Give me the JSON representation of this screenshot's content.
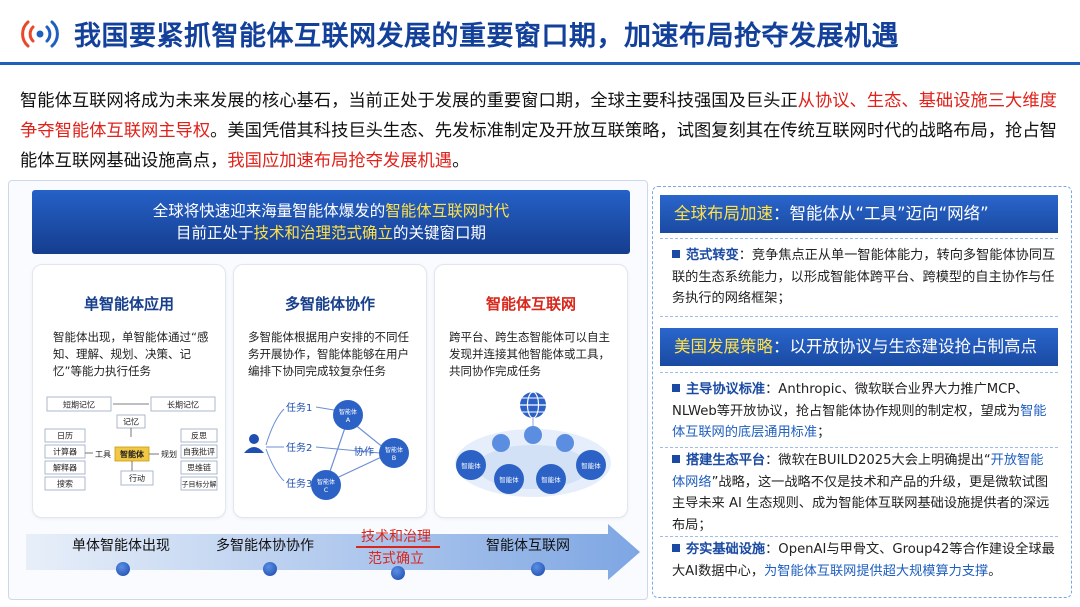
{
  "header": {
    "title": "我国要紧抓智能体互联网发展的重要窗口期，加速布局抢夺发展机遇"
  },
  "intro": {
    "p1": "智能体互联网将成为未来发展的核心基石，当前正处于发展的重要窗口期，全球主要科技强国及巨头正",
    "p2_red": "从协议、生态、基础设施三大维度争夺智能体互联网主导权",
    "p3": "。美国凭借其科技巨头生态、先发标准制定及开放互联策略，试图复刻其在传统互联网时代的战略布局，抢占智能体互联网基础设施高点，",
    "p4_red": "我国应加速布局抢夺发展机遇",
    "p5": "。"
  },
  "banner": {
    "l1a": "全球将快速迎来海量智能体爆发的",
    "l1b": "智能体互联网时代",
    "l2a": "目前正处于",
    "l2b": "技术和治理范式确立",
    "l2c": "的关键窗口期"
  },
  "cards": [
    {
      "title": "单智能体应用",
      "text": "智能体出现，单智能体通过“感知、理解、规划、决策、记忆”等能力执行任务"
    },
    {
      "title": "多智能体协作",
      "text": "多智能体根据用户安排的不同任务开展协作，智能体能够在用户编排下协同完成较复杂任务"
    },
    {
      "title": "智能体互联网",
      "text": "跨平台、跨生态智能体可以自主发现并连接其他智能体或工具，共同协作完成任务"
    }
  ],
  "diagram1": {
    "short_mem": "短期记忆",
    "long_mem": "长期记忆",
    "memory": "记忆",
    "tools": [
      "日历",
      "计算器",
      "解释器",
      "搜索"
    ],
    "tool": "工具",
    "agent": "智能体",
    "plan": "规划",
    "plans": [
      "反思",
      "自我批评",
      "思维链",
      "子目标分解"
    ],
    "action": "行动"
  },
  "diagram2": {
    "tasks": [
      "任务1",
      "任务2",
      "任务3"
    ],
    "agents": [
      "智能体A",
      "智能体B",
      "智能体C"
    ],
    "agent_word": "智能体",
    "letters": [
      "A",
      "B",
      "C"
    ],
    "collab": "协作"
  },
  "diagram3": {
    "node": "智能体"
  },
  "timeline": {
    "s1": "单体智能体出现",
    "s2": "多智能体协协作",
    "s3a": "技术和治理",
    "s3b": "范式确立",
    "s4": "智能体互联网"
  },
  "right": {
    "h1a": "全球布局加速",
    "h1b": "：智能体从“工具”迈向“网络”",
    "b1k": "范式转变",
    "b1t": "：竞争焦点正从单一智能体能力，转向多智能体协同互联的生态系统能力，以形成智能体跨平台、跨模型的自主协作与任务执行的网络框架；",
    "h2a": "美国发展策略",
    "h2b": "：以开放协议与生态建设抢占制高点",
    "b2k": "主导协议标准",
    "b2t": "：Anthropic、微软联合业界大力推广MCP、NLWeb等开放协议，抢占智能体协作规则的制定权，望成为",
    "b2blue": "智能体互联网的底层通用标准",
    "b2end": "；",
    "b3k": "搭建生态平台",
    "b3t": "：微软在BUILD2025大会上明确提出“",
    "b3blue": "开放智能体网络",
    "b3t2": "”战略，这一战略不仅是技术和产品的升级，更是微软试图主导未来 AI 生态规则、成为智能体互联网基础设施提供者的深远布局；",
    "b4k": "夯实基础设施",
    "b4t": "：OpenAI与甲骨文、Group42等合作建设全球最大AI数据中心，",
    "b4blue": "为智能体互联网提供超大规模算力支撑",
    "b4end": "。"
  },
  "colors": {
    "title_blue": "#12409a",
    "accent_red": "#e0221b",
    "banner_blue": "#1f4fb0",
    "highlight_yellow": "#ffe14a"
  }
}
